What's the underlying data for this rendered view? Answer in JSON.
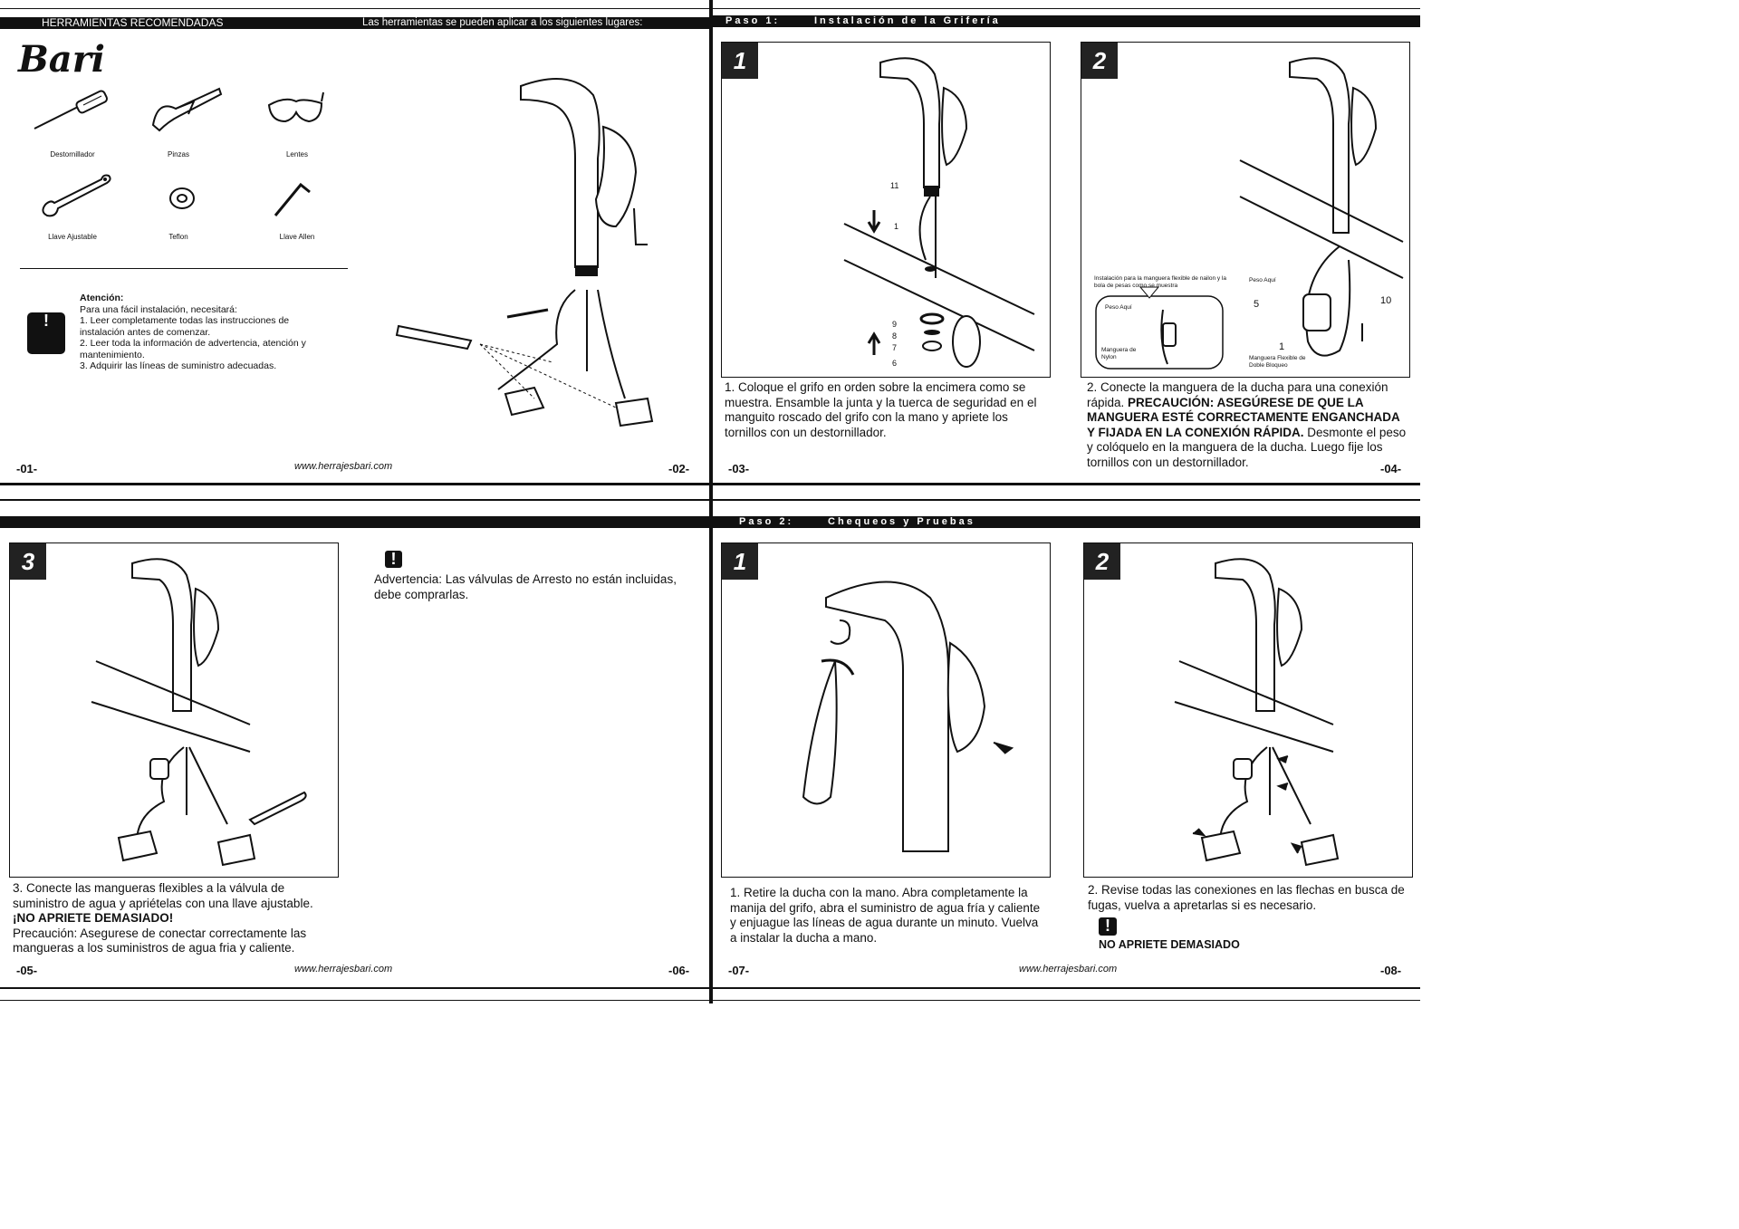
{
  "top_left_bar": {
    "title": "HERRAMIENTAS RECOMENDADAS",
    "subtitle": "Las herramientas se pueden aplicar a los siguientes lugares:"
  },
  "top_right_bar": {
    "paso": "Paso 1:",
    "title": "Instalación de la Grifería"
  },
  "bottom_right_bar": {
    "paso": "Paso 2:",
    "title": "Chequeos y Pruebas"
  },
  "brand": "Bari",
  "tools": [
    "Destornillador",
    "Pinzas",
    "Lentes",
    "Llave Ajustable",
    "Teflon",
    "Llave Allen"
  ],
  "attention": {
    "title": "Atención:",
    "lines": [
      "Para una fácil instalación, necesitará:",
      "1. Leer completamente todas las instrucciones de",
      "instalación antes de comenzar.",
      "2. Leer toda la información de advertencia, atención y",
      "mantenimiento.",
      "3. Adquirir las líneas de suministro adecuadas."
    ]
  },
  "url": "www.herrajesbari.com",
  "pages": [
    "-01-",
    "-02-",
    "-03-",
    "-04-",
    "-05-",
    "-06-",
    "-07-",
    "-08-"
  ],
  "step1_1": {
    "num": "1",
    "caption": "1. Coloque el grifo en orden sobre la encimera como se muestra. Ensamble la junta y la tuerca de seguridad en el manguito roscado del grifo con la mano y apriete los tornillos con un destornillador.",
    "labels": [
      "11",
      "1",
      "9",
      "8",
      "7",
      "6"
    ]
  },
  "step1_2": {
    "num": "2",
    "caption_a": "2. Conecte la manguera de la ducha para una conexión rápida.",
    "caption_b": "PRECAUCIÓN: ASEGÚRESE DE QUE LA MANGUERA ESTÉ CORRECTAMENTE ENGANCHADA Y FIJADA EN LA CONEXIÓN RÁPIDA.",
    "caption_c": "Desmonte el peso y colóquelo en la manguera de la ducha. Luego fije los tornillos con un destornillador.",
    "label_install": "Instalación para la manguera flexible de nailon y la bola de pesas como se muestra",
    "label_peso1": "Peso Aquí",
    "label_peso2": "Peso Aquí",
    "label_nylon": "Manguera de Nylon",
    "label_doble": "Manguera Flexible de Doble Bloqueo",
    "n5": "5",
    "n10": "10",
    "n1": "1"
  },
  "step1_3": {
    "num": "3",
    "caption_a": "3. Conecte las mangueras flexibles a la válvula de suministro de agua y apriételas con una llave ajustable.",
    "caption_b": "¡NO APRIETE DEMASIADO!",
    "caption_c": "Precaución: Asegurese de conectar correctamente las mangueras a los suministros de agua fria y caliente."
  },
  "warning": "Advertencia: Las válvulas de Arresto no están incluidas, debe comprarlas.",
  "step2_1": {
    "num": "1",
    "caption": "1. Retire la ducha con la mano. Abra completamente la manija del grifo, abra el suministro de agua fría y caliente y enjuague las líneas de agua durante un minuto. Vuelva a instalar la ducha a mano."
  },
  "step2_2": {
    "num": "2",
    "caption": "2. Revise todas las conexiones en las flechas en busca de fugas, vuelva a apretarlas si es necesario.",
    "warn": "NO APRIETE DEMASIADO"
  }
}
